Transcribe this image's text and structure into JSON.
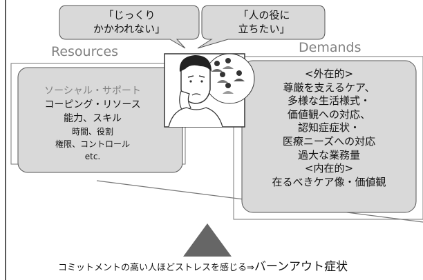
{
  "bubbles": {
    "left": [
      "「じっくり",
      "かかわれない」"
    ],
    "right": [
      "「人の役に",
      "立ちたい」"
    ]
  },
  "resources": {
    "heading": "Resources",
    "items": [
      "ソーシャル・サポート",
      "コーピング・リソース",
      "能力、スキル",
      "時間、役割",
      "権限、コントロール",
      "etc."
    ]
  },
  "demands": {
    "heading": "Demands",
    "items": [
      "<外在的>",
      "尊厳を支えるケア、",
      "多様な生活様式・",
      "価値観への対応、",
      "認知症症状・",
      "医療ニーズへの対応",
      "過大な業務量",
      "<内在的>",
      "在るべきケア像・価値観"
    ]
  },
  "caption": {
    "main": "コミットメントの高い人ほどストレスを感じる⇒",
    "emphasis": "バーンアウト症状"
  },
  "colors": {
    "box_fill": "#d9d9d9",
    "box_stroke": "#555555",
    "fulcrum": "#666666",
    "heading_gray": "#808080"
  }
}
